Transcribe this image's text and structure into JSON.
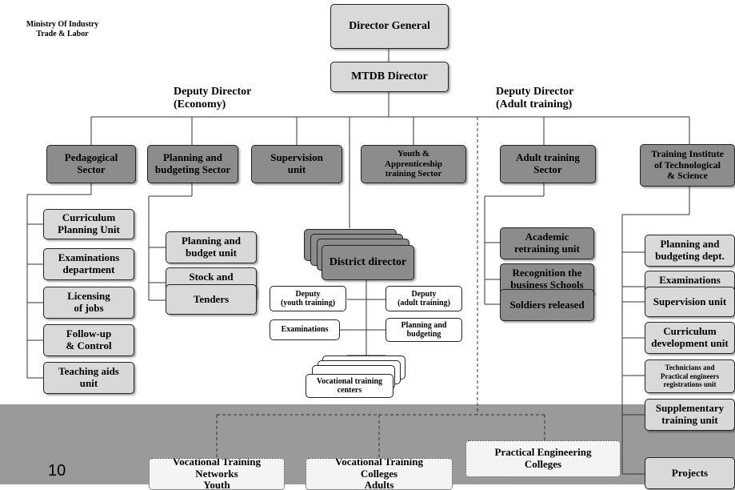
{
  "header": {
    "logo_label": "Ministry Of Industry\nTrade & Labor",
    "director_general": "Director General",
    "mtdb_director": "MTDB Director",
    "deputy_economy": "Deputy Director\n(Economy)",
    "deputy_adult": "Deputy Director\n(Adult training)"
  },
  "economy_sectors": {
    "pedagogical": {
      "title": "Pedagogical\nSector",
      "units": [
        "Curriculum\nPlanning Unit",
        "Examinations\ndepartment",
        "Licensing\nof jobs",
        "Follow-up\n& Control",
        "Teaching aids\nunit"
      ]
    },
    "planning": {
      "title": "Planning and\nbudgeting Sector",
      "units": [
        "Planning and\nbudget unit",
        "Stock and\npurchase",
        "Tenders"
      ]
    },
    "supervision": {
      "title": "Supervision\nunit"
    },
    "youth": {
      "title": "Youth &\nApprenticeship\ntraining Sector"
    }
  },
  "district": {
    "director": "District director",
    "deputy_youth": "Deputy\n(youth training)",
    "deputy_adult": "Deputy\n(adult training)",
    "examinations": "Examinations",
    "planning_budgeting": "Planning and\nbudgeting",
    "vocational_centers": "Vocational training\ncenters"
  },
  "adult_training": {
    "title": "Adult training\nSector",
    "units": [
      "Academic\nretraining unit",
      "Recognition the\nbusiness Schools",
      "Soldiers released"
    ]
  },
  "institute": {
    "title": "Training Institute\nof Technological\n& Science",
    "units": [
      "Planning and\nbudgeting dept.",
      "Examinations\ndept.",
      "Supervision unit",
      "Curriculum\ndevelopment unit",
      "Technicians and\nPractical engineers\nregistrations unit",
      "Supplementary\ntraining unit",
      "Projects"
    ]
  },
  "footer": {
    "networks": "Vocational Training\nNetworks\nYouth",
    "colleges": "Vocational Training\nColleges\nAdults",
    "engineering": "Practical Engineering\nColleges",
    "page_number": "10"
  },
  "colors": {
    "light_box": "#d9d9d9",
    "dark_box": "#8c8c8c",
    "footer_band": "#9a9a9a"
  }
}
